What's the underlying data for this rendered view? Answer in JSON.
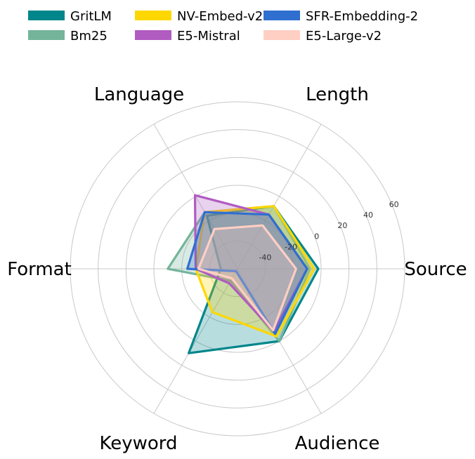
{
  "chart_data": {
    "type": "radar",
    "axes": [
      "Source",
      "Length",
      "Language",
      "Format",
      "Keyword",
      "Audience"
    ],
    "radial_ticks": [
      "-40",
      "-20",
      "0",
      "20",
      "40",
      "60"
    ],
    "rlim": [
      -60,
      60
    ],
    "grid": true,
    "legend_position": "top",
    "series": [
      {
        "name": "GritLM",
        "color": "#00868B",
        "values": [
          -2,
          -8,
          -16,
          -48,
          10,
          0
        ]
      },
      {
        "name": "Bm25",
        "color": "#74B49B",
        "values": [
          -8,
          -8,
          -13,
          -10,
          -50,
          0
        ]
      },
      {
        "name": "NV-Embed-v2",
        "color": "#FFD700",
        "values": [
          -5,
          -8,
          -13,
          -30,
          -24,
          -4
        ]
      },
      {
        "name": "E5-Mistral",
        "color": "#B05CC1",
        "values": [
          -10,
          -15,
          1,
          -30,
          -48,
          -8
        ]
      },
      {
        "name": "SFR-Embedding-2",
        "color": "#2F6FD0",
        "values": [
          -10,
          -15,
          -13,
          -24,
          -58,
          -6
        ]
      },
      {
        "name": "E5-Large-v2",
        "color": "#FFCFC4",
        "values": [
          -18,
          -24,
          -27,
          -32,
          -52,
          -9
        ]
      }
    ]
  }
}
